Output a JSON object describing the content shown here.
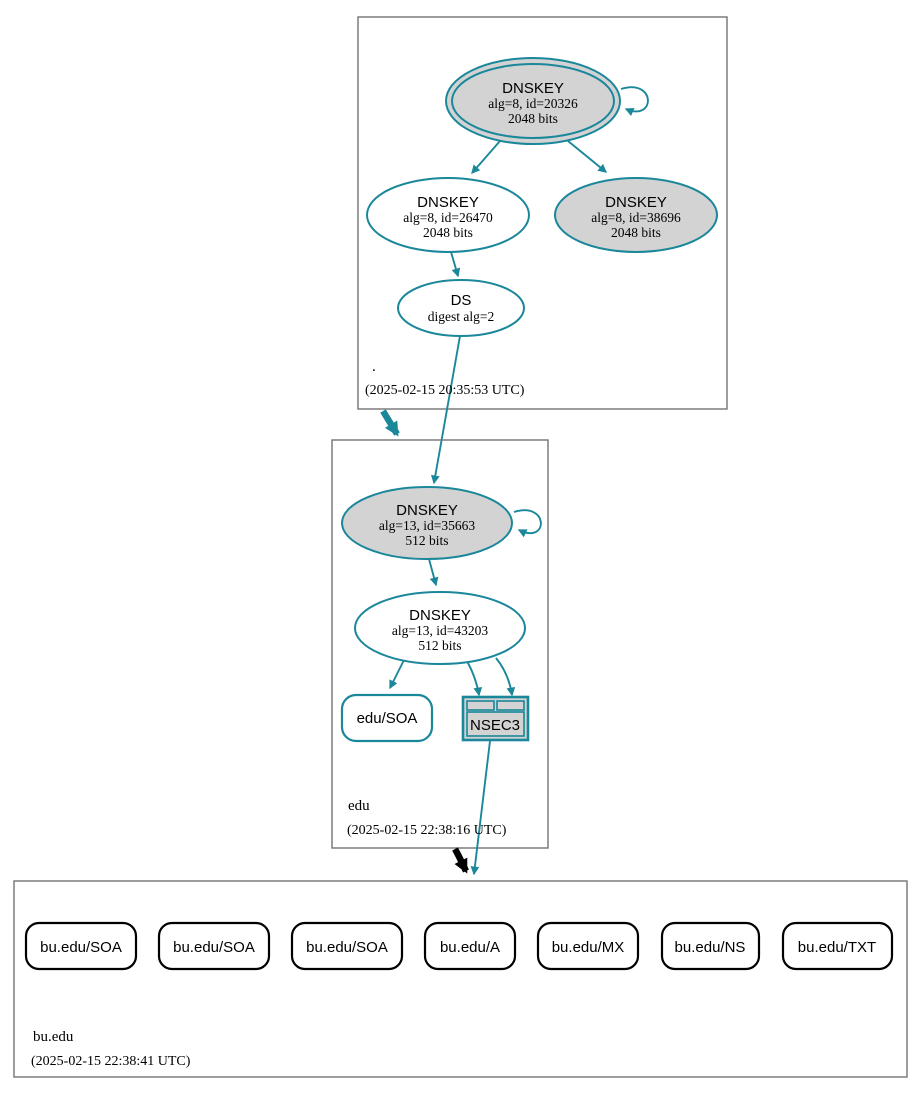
{
  "colors": {
    "secure_teal": "#1a879a",
    "insecure_black": "#000000",
    "key_fill_gray": "#d3d3d3",
    "node_fill_white": "#ffffff",
    "zone_box_border": "#737373"
  },
  "zones": [
    {
      "name": ".",
      "timestamp": "(2025-02-15 20:35:53 UTC)",
      "ksk": {
        "title": "DNSKEY",
        "detail": "alg=8, id=20326",
        "bits": "2048 bits"
      },
      "zsk": {
        "title": "DNSKEY",
        "detail": "alg=8, id=26470",
        "bits": "2048 bits"
      },
      "key3": {
        "title": "DNSKEY",
        "detail": "alg=8, id=38696",
        "bits": "2048 bits"
      },
      "ds": {
        "title": "DS",
        "detail": "digest alg=2"
      }
    },
    {
      "name": "edu",
      "timestamp": "(2025-02-15 22:38:16 UTC)",
      "ksk": {
        "title": "DNSKEY",
        "detail": "alg=13, id=35663",
        "bits": "512 bits"
      },
      "zsk": {
        "title": "DNSKEY",
        "detail": "alg=13, id=43203",
        "bits": "512 bits"
      },
      "soa": "edu/SOA",
      "nsec3": "NSEC3"
    },
    {
      "name": "bu.edu",
      "timestamp": "(2025-02-15 22:38:41 UTC)",
      "rrsets": [
        "bu.edu/SOA",
        "bu.edu/SOA",
        "bu.edu/SOA",
        "bu.edu/A",
        "bu.edu/MX",
        "bu.edu/NS",
        "bu.edu/TXT"
      ]
    }
  ]
}
